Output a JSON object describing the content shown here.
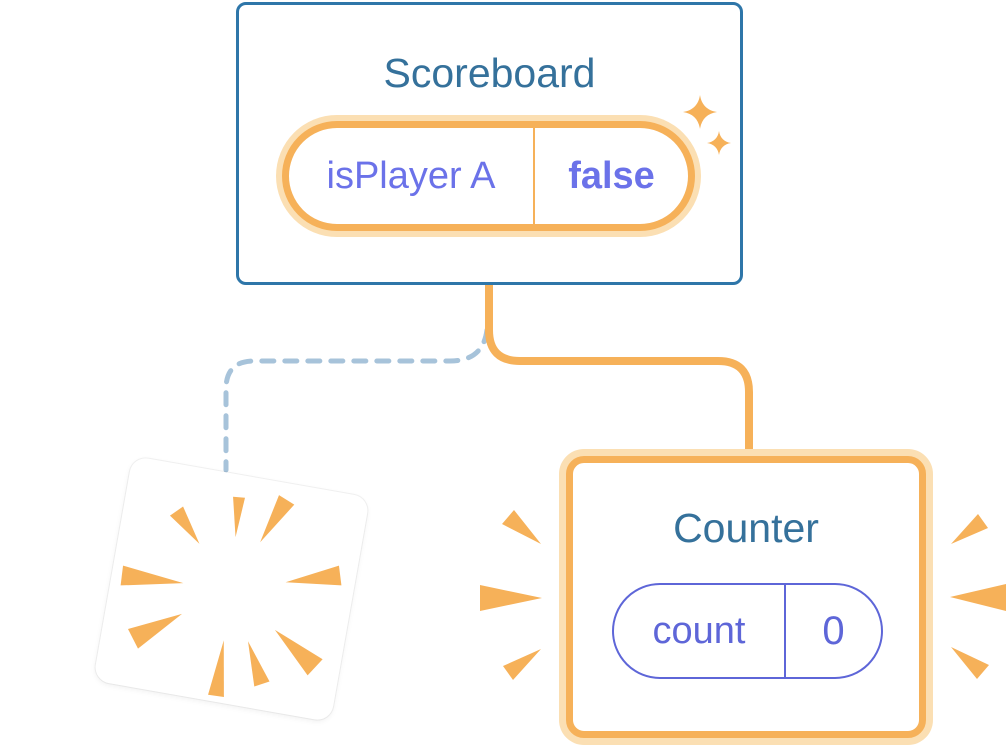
{
  "scoreboard": {
    "title": "Scoreboard",
    "state": {
      "label": "isPlayer A",
      "value": "false"
    }
  },
  "counter": {
    "title": "Counter",
    "state": {
      "label": "count",
      "value": "0"
    }
  },
  "icons": {
    "sparkles": "sparkles-icon",
    "poof_burst": "poof-burst-icon",
    "emphasis_left": "emphasis-burst-left-icon",
    "emphasis_right": "emphasis-burst-right-icon"
  },
  "colors": {
    "accent_orange": "#F6B159",
    "accent_orange_light": "#FBDFB3",
    "card_border_blue": "#2E76A9",
    "title_teal": "#35719B",
    "state_indigo": "#6B72E9",
    "pill_border_indigo": "#5E66D8",
    "dash_blue": "#A7C3DA"
  }
}
